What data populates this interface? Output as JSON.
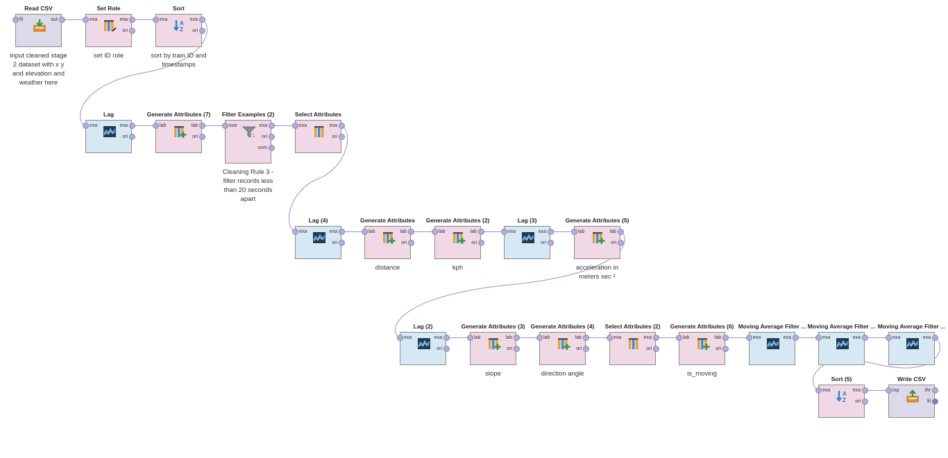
{
  "operators": [
    {
      "id": "read-csv",
      "title": "Read CSV",
      "icon": "read-csv-icon",
      "color": "lav",
      "in": [
        "fil"
      ],
      "out": [
        "out"
      ]
    },
    {
      "id": "set-role",
      "title": "Set Role",
      "icon": "set-role-icon",
      "color": "pink",
      "in": [
        "exa"
      ],
      "out": [
        "exa",
        "ori"
      ]
    },
    {
      "id": "sort",
      "title": "Sort",
      "icon": "sort-icon",
      "color": "pink",
      "in": [
        "exa"
      ],
      "out": [
        "exa",
        "ori"
      ]
    },
    {
      "id": "lag",
      "title": "Lag",
      "icon": "lag-icon",
      "color": "blue",
      "in": [
        "exa"
      ],
      "out": [
        "exa",
        "ori"
      ]
    },
    {
      "id": "generate-attributes-7",
      "title": "Generate Attributes (7)",
      "icon": "generate-attributes-icon",
      "color": "pink",
      "in": [
        "lab"
      ],
      "out": [
        "lab",
        "ori"
      ]
    },
    {
      "id": "filter-examples-2",
      "title": "Filter Examples (2)",
      "icon": "filter-icon",
      "color": "pink",
      "in": [
        "exa"
      ],
      "out": [
        "exa",
        "ori",
        "unm"
      ]
    },
    {
      "id": "select-attributes",
      "title": "Select Attributes",
      "icon": "select-attributes-icon",
      "color": "pink",
      "in": [
        "exa"
      ],
      "out": [
        "exa",
        "ori"
      ]
    },
    {
      "id": "lag-4",
      "title": "Lag (4)",
      "icon": "lag-icon",
      "color": "blue",
      "in": [
        "exa"
      ],
      "out": [
        "exa",
        "ori"
      ]
    },
    {
      "id": "generate-attributes",
      "title": "Generate Attributes",
      "icon": "generate-attributes-icon",
      "color": "pink",
      "in": [
        "lab"
      ],
      "out": [
        "lab",
        "ori"
      ]
    },
    {
      "id": "generate-attributes-2",
      "title": "Generate Attributes (2)",
      "icon": "generate-attributes-icon",
      "color": "pink",
      "in": [
        "lab"
      ],
      "out": [
        "lab",
        "ori"
      ]
    },
    {
      "id": "lag-3",
      "title": "Lag (3)",
      "icon": "lag-icon",
      "color": "blue",
      "in": [
        "exa"
      ],
      "out": [
        "exa",
        "ori"
      ]
    },
    {
      "id": "generate-attributes-5",
      "title": "Generate Attributes (5)",
      "icon": "generate-attributes-icon",
      "color": "pink",
      "in": [
        "lab"
      ],
      "out": [
        "lab",
        "ori"
      ]
    },
    {
      "id": "lag-2",
      "title": "Lag (2)",
      "icon": "lag-icon",
      "color": "blue",
      "in": [
        "exa"
      ],
      "out": [
        "exa",
        "ori"
      ]
    },
    {
      "id": "generate-attributes-3",
      "title": "Generate Attributes (3)",
      "icon": "generate-attributes-icon",
      "color": "pink",
      "in": [
        "lab"
      ],
      "out": [
        "lab",
        "ori"
      ]
    },
    {
      "id": "generate-attributes-4",
      "title": "Generate Attributes (4)",
      "icon": "generate-attributes-icon",
      "color": "pink",
      "in": [
        "lab"
      ],
      "out": [
        "lab",
        "ori"
      ]
    },
    {
      "id": "select-attributes-2",
      "title": "Select Attributes (2)",
      "icon": "select-attributes-icon",
      "color": "pink",
      "in": [
        "exa"
      ],
      "out": [
        "exa",
        "ori"
      ]
    },
    {
      "id": "generate-attributes-6",
      "title": "Generate Attributes (6)",
      "icon": "generate-attributes-icon",
      "color": "pink",
      "in": [
        "lab"
      ],
      "out": [
        "lab",
        "ori"
      ]
    },
    {
      "id": "moving-average-filter-1",
      "title": "Moving Average Filter ...",
      "icon": "lag-icon",
      "color": "blue",
      "in": [
        "exa"
      ],
      "out": [
        "exa"
      ]
    },
    {
      "id": "moving-average-filter-2",
      "title": "Moving Average Filter ...",
      "icon": "lag-icon",
      "color": "blue",
      "in": [
        "exa"
      ],
      "out": [
        "exa"
      ]
    },
    {
      "id": "moving-average-filter-3",
      "title": "Moving Average Filter ...",
      "icon": "lag-icon",
      "color": "blue",
      "in": [
        "exa"
      ],
      "out": [
        "exa"
      ]
    },
    {
      "id": "sort-5",
      "title": "Sort (5)",
      "icon": "sort-icon",
      "color": "pink",
      "in": [
        "exa"
      ],
      "out": [
        "exa",
        "ori"
      ]
    },
    {
      "id": "write-csv",
      "title": "Write CSV",
      "icon": "write-csv-icon",
      "color": "lav",
      "in": [
        "inp"
      ],
      "out": [
        "thr",
        "fil"
      ]
    }
  ],
  "notes": [
    {
      "op": "read-csv",
      "text": "input cleaned stage 2 dataset with x y and elevation and weather here"
    },
    {
      "op": "set-role",
      "text": "set ID role"
    },
    {
      "op": "sort",
      "text": "sort by train ID and timestamps"
    },
    {
      "op": "filter-examples-2",
      "text": "Cleaning Rule 3 - filter records less than 20 seconds apart"
    },
    {
      "op": "generate-attributes",
      "text": "distance"
    },
    {
      "op": "generate-attributes-2",
      "text": "kph"
    },
    {
      "op": "generate-attributes-5",
      "text": "acceleration in meters sec ²"
    },
    {
      "op": "generate-attributes-3",
      "text": "slope"
    },
    {
      "op": "generate-attributes-4",
      "text": "direction angle"
    },
    {
      "op": "generate-attributes-6",
      "text": "is_moving"
    }
  ],
  "colors": {
    "pink": "#f0d8e6",
    "blue": "#d6e8f4",
    "lavender": "#dcd9ea",
    "wire": "#9c8fcf",
    "port": "#b3aed3"
  }
}
